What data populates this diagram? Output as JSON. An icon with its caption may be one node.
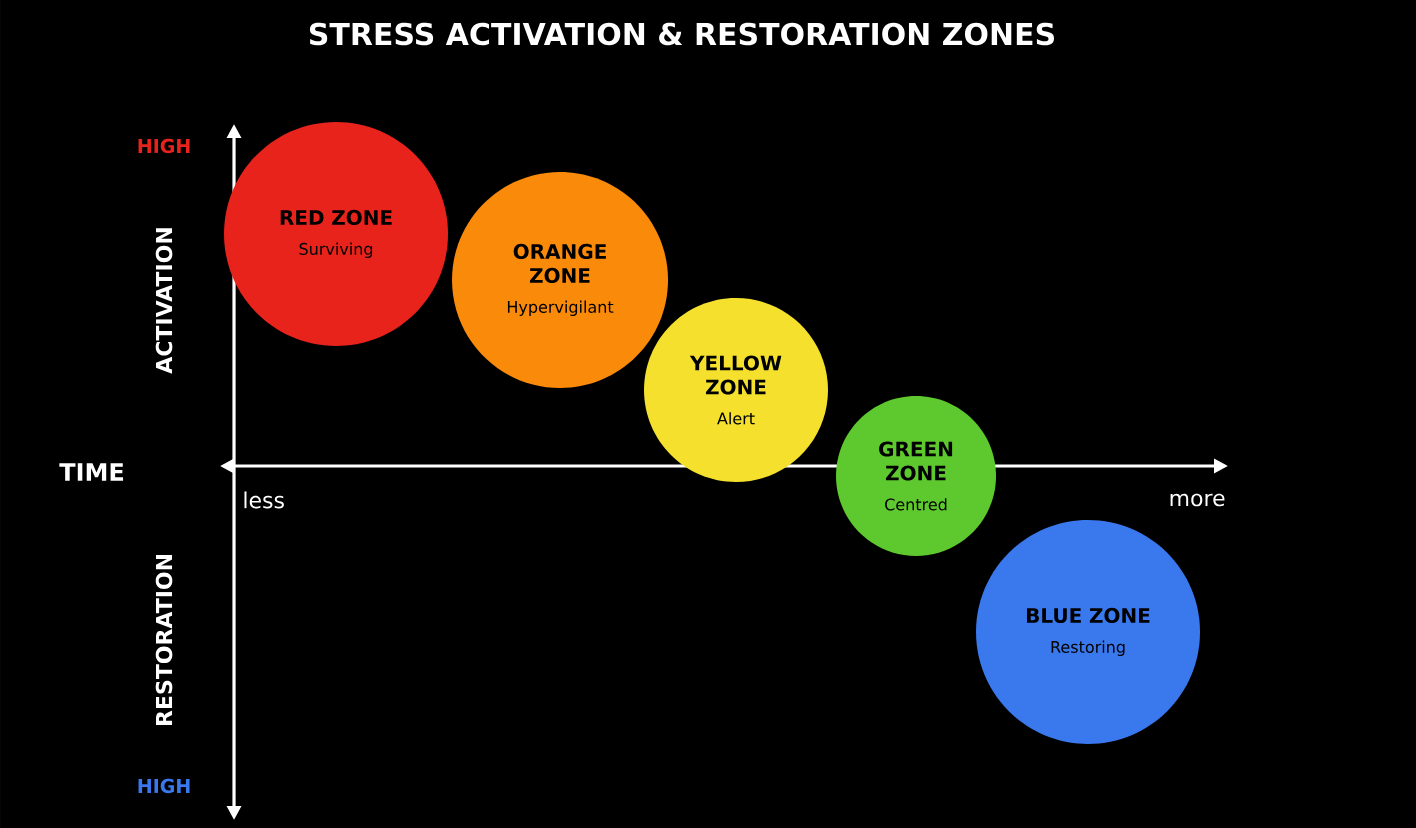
{
  "diagram": {
    "title": "STRESS ACTIVATION & RESTORATION ZONES",
    "nodes": [
      {
        "text": [
          "RED ZONE",
          "Surviving"
        ]
      },
      {
        "text": [
          "ORANGE ZONE",
          "Hypervigilant"
        ]
      },
      {
        "text": [
          "YELLOW ZONE",
          "Alert"
        ]
      },
      {
        "text": [
          "GREEN ZONE",
          "Centred"
        ]
      },
      {
        "text": [
          "BLUE ZONE",
          "Restoring"
        ]
      }
    ],
    "labels": [
      "HIGH",
      "ACTIVATION",
      "TIME",
      "less",
      "more",
      "RESTORATION",
      "HIGH"
    ]
  }
}
